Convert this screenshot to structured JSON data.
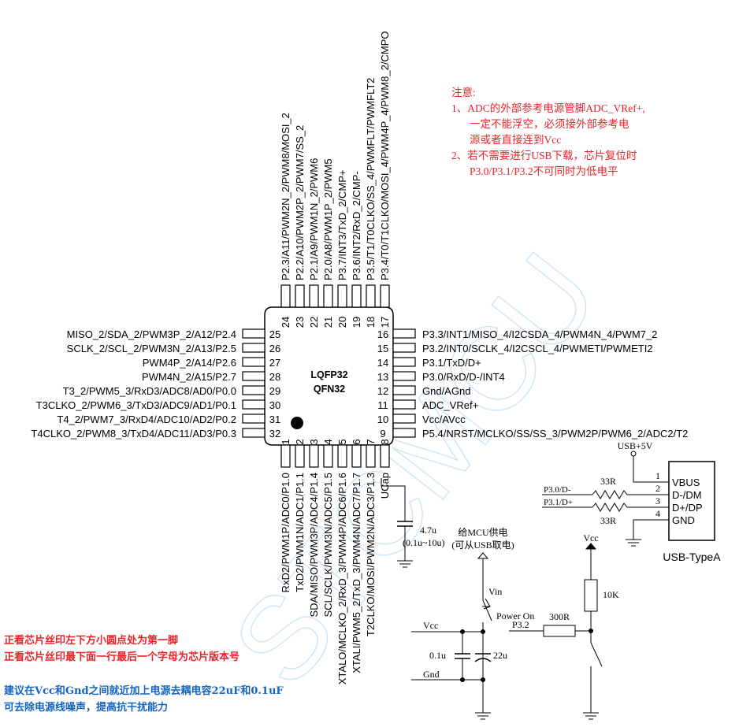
{
  "package_labels": [
    "LQFP32",
    "QFN32"
  ],
  "watermark": "STCMCU",
  "left_pins": [
    {
      "num": "25",
      "label": "MISO_2/SDA_2/PWM3P_2/A12/P2.4"
    },
    {
      "num": "26",
      "label": "SCLK_2/SCL_2/PWM3N_2/A13/P2.5"
    },
    {
      "num": "27",
      "label": "PWM4P_2/A14/P2.6"
    },
    {
      "num": "28",
      "label": "PWM4N_2/A15/P2.7"
    },
    {
      "num": "29",
      "label": "T3_2/PWM5_3/RxD3/ADC8/AD0/P0.0"
    },
    {
      "num": "30",
      "label": "T3CLKO_2/PWM6_3/TxD3/ADC9/AD1/P0.1"
    },
    {
      "num": "31",
      "label": "T4_2/PWM7_3/RxD4/ADC10/AD2/P0.2"
    },
    {
      "num": "32",
      "label": "T4CLKO_2/PWM8_3/TxD4/ADC11/AD3/P0.3"
    }
  ],
  "right_pins": [
    {
      "num": "16",
      "label": "P3.3/INT1/MISO_4/I2CSDA_4/PWM4N_4/PWM7_2"
    },
    {
      "num": "15",
      "label": "P3.2/INT0/SCLK_4/I2CSCL_4/PWMETI/PWMETI2"
    },
    {
      "num": "14",
      "label": "P3.1/TxD/D+"
    },
    {
      "num": "13",
      "label": "P3.0/RxD/D-/INT4"
    },
    {
      "num": "12",
      "label": "Gnd/AGnd"
    },
    {
      "num": "11",
      "label": "ADC_VRef+"
    },
    {
      "num": "10",
      "label": "Vcc/AVcc"
    },
    {
      "num": "9",
      "label": "P5.4/NRST/MCLKO/SS/SS_3/PWM2P/PWM6_2/ADC2/T2"
    }
  ],
  "top_pins": [
    {
      "num": "24",
      "label": "P2.3/A11/PWM2N_2/PWM8/MOSI_2"
    },
    {
      "num": "23",
      "label": "P2.2/A10/PWM2P_2/PWM7/SS_2"
    },
    {
      "num": "22",
      "label": "P2.1/A9/PWM1N_2/PWM6"
    },
    {
      "num": "21",
      "label": "P2.0/A8/PWM1P_2/PWM5"
    },
    {
      "num": "20",
      "label": "P3.7/INT3/TxD_2/CMP+"
    },
    {
      "num": "19",
      "label": "P3.6/INT2/RxD_2/CMP-"
    },
    {
      "num": "18",
      "label": "P3.5/T1/T0CLKO/SS_4/PWMFLT/PWMFLT2"
    },
    {
      "num": "17",
      "label": "P3.4/T0/T1CLKO/MOSI_4/PWM4P_4/PWM8_2/CMPO"
    }
  ],
  "bottom_pins": [
    {
      "num": "1",
      "label": "RxD2/PWM1P/ADC0/P1.0"
    },
    {
      "num": "2",
      "label": "TxD2/PWM1N/ADC1/P1.1"
    },
    {
      "num": "3",
      "label": "SDA/MISO/PWM3P/ADC4/P1.4"
    },
    {
      "num": "4",
      "label": "SCL/SCLK/PWM3N/ADC5/P1.5"
    },
    {
      "num": "5",
      "label": "XTALO/MCLKO_2/RxD_3/PWM4P/ADC6/P1.6"
    },
    {
      "num": "6",
      "label": "XTALI/PWM5_2/TxD_3/PWM4N/ADC7/P1.7"
    },
    {
      "num": "7",
      "label": "T2CLKO/MOSI/PWM2N/ADC3/P1.3"
    },
    {
      "num": "8",
      "label": "UCap"
    }
  ],
  "notes": {
    "title": "注意:",
    "lines": [
      "1、ADC的外部参考电源管脚ADC_VRef+,",
      "一定不能浮空，必须接外部参考电",
      "源或者直接连到Vcc",
      "2、若不需要进行USB下载，芯片复位时",
      "P3.0/P3.1/P3.2不可同时为低电平"
    ]
  },
  "ucap": {
    "value": "4.7u",
    "range": "(0.1u~10u)"
  },
  "usb": {
    "vbus_label": "USB+5V",
    "connector": "USB-TypeA",
    "pins": [
      {
        "num": "1",
        "name": "VBUS"
      },
      {
        "num": "2",
        "name": "D-/DM"
      },
      {
        "num": "3",
        "name": "D+/DP"
      },
      {
        "num": "4",
        "name": "GND"
      }
    ],
    "nets": [
      "P3.0/D-",
      "P3.1/D+"
    ],
    "resistor_top": "33R",
    "resistor_bottom": "33R"
  },
  "power": {
    "supply_title": "给MCU供电",
    "supply_sub": "(可从USB取电)",
    "vin": "Vin",
    "switch": "Power On",
    "vcc": "Vcc",
    "gnd": "Gnd",
    "cap_small": "0.1u",
    "cap_large": "22u"
  },
  "reset": {
    "vcc": "Vcc",
    "pullup": "10K",
    "series": "300R",
    "net": "P3.2"
  },
  "footer": {
    "red_lines": [
      "正看芯片丝印左下方小圆点处为第一脚",
      "正看芯片丝印最下面一行最后一个字母为芯片版本号"
    ],
    "blue_lines": [
      "建议在Vcc和Gnd之间就近加上电源去耦电容22uF和0.1uF",
      "可去除电源线噪声，提高抗干扰能力"
    ]
  }
}
